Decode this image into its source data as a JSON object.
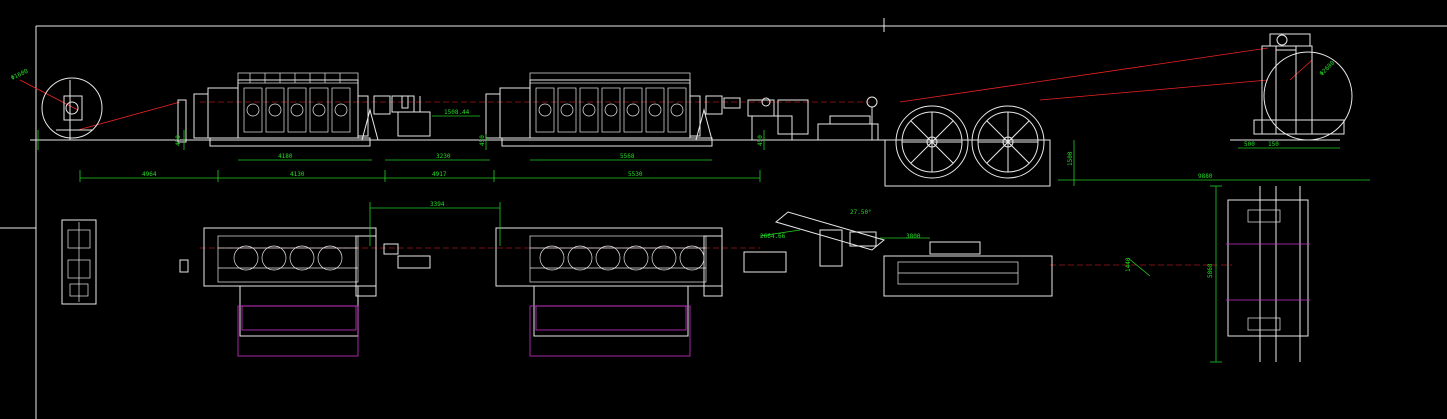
{
  "colors": {
    "background": "#000000",
    "geometry": "#e8e8e8",
    "dimension": "#22cc22",
    "centerline": "#ee2222",
    "frame": "#cc33cc"
  },
  "dimensions": {
    "payoff_angle": "Φ1600",
    "d_4964": "4964",
    "d_450a": "450",
    "d_4180": "4180",
    "d_4130": "4130",
    "d_1508": "1508.44",
    "d_3230": "3230",
    "d_4917": "4917",
    "d_450b": "450",
    "d_5568": "5568",
    "d_5530": "5530",
    "d_450c": "450",
    "d_1500": "1500",
    "d_9880": "9880",
    "d_500": "500",
    "d_150": "150",
    "d_takeup_angle": "Φ2600",
    "d_3394": "3394",
    "d_2664": "2664.66",
    "d_angle": "27.50°",
    "d_3800": "3800",
    "d_1440": "1440",
    "d_5868": "5868"
  }
}
